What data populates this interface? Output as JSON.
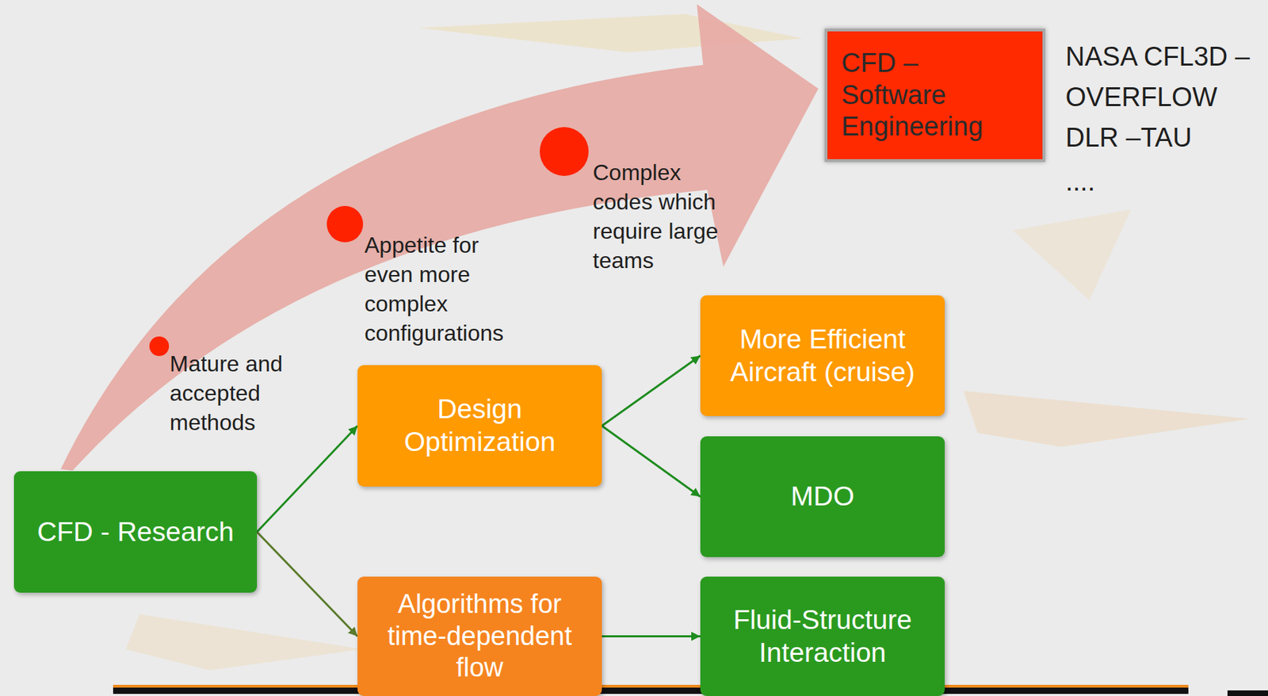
{
  "diagram": {
    "nodes": [
      {
        "text": [
          "CFD - Research"
        ]
      },
      {
        "text": [
          "Design Optimization"
        ]
      },
      {
        "text": [
          "Algorithms for time-dependent flow"
        ]
      },
      {
        "text": [
          "More Efficient Aircraft (cruise)"
        ]
      },
      {
        "text": [
          "MDO"
        ]
      },
      {
        "text": [
          "Fluid-Structure Interaction"
        ]
      },
      {
        "text": [
          "CFD – Software Engineering"
        ]
      }
    ],
    "edges": [
      {
        "from": 0,
        "to": 1,
        "arrow": "to"
      },
      {
        "from": 0,
        "to": 2,
        "arrow": "to"
      },
      {
        "from": 1,
        "to": 3,
        "arrow": "to"
      },
      {
        "from": 1,
        "to": 4,
        "arrow": "to"
      },
      {
        "from": 2,
        "to": 5,
        "arrow": "to"
      },
      {
        "from": 0,
        "to": 6,
        "arrow": "to"
      }
    ],
    "labels": [
      "Mature and accepted methods",
      "Appetite for even more complex configurations",
      "Complex codes which require large teams",
      "NASA CFL3D –",
      "OVERFLOW",
      "DLR –TAU",
      "...."
    ]
  }
}
